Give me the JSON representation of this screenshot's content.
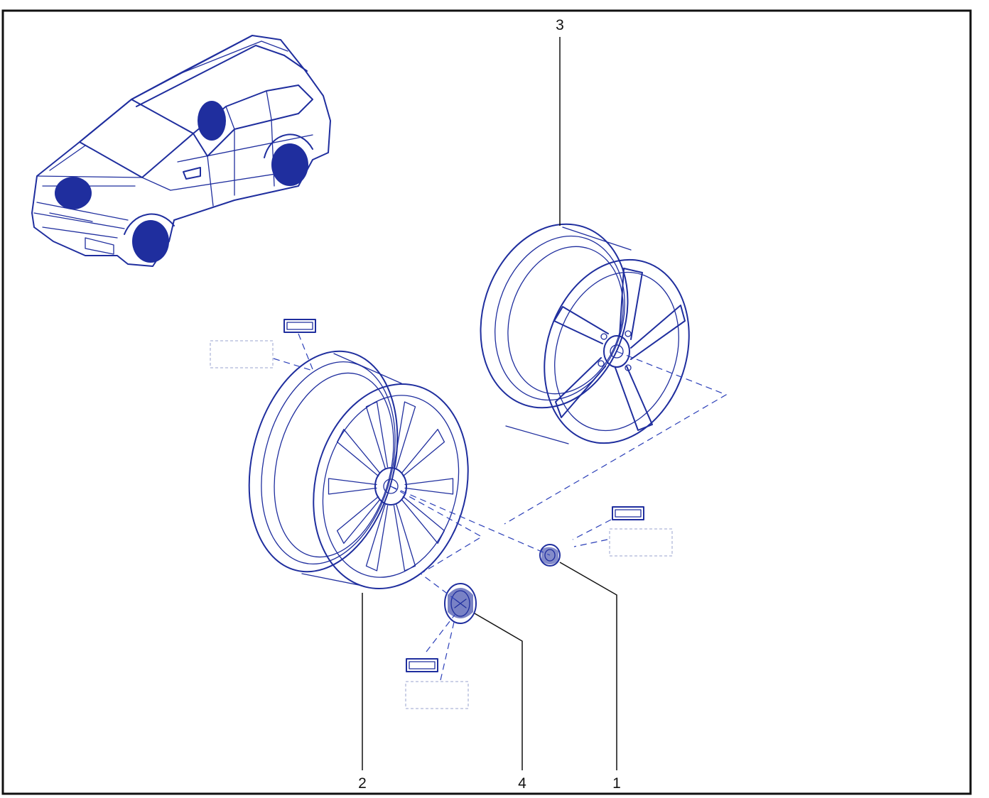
{
  "colors": {
    "line": "#1f2e9e",
    "frame": "#111111",
    "placeholder": "#9aa3cf"
  },
  "callouts": {
    "c1": "1",
    "c2": "2",
    "c3": "3",
    "c4": "4"
  },
  "icons": {
    "vehicle": "suv-outline-with-highlighted-wheels",
    "wheel_front": "alloy-wheel-multi-spoke",
    "wheel_rear": "alloy-wheel-five-spoke",
    "nut": "wheel-nut",
    "cap": "wheel-center-cap",
    "tag": "part-tag-icon"
  }
}
